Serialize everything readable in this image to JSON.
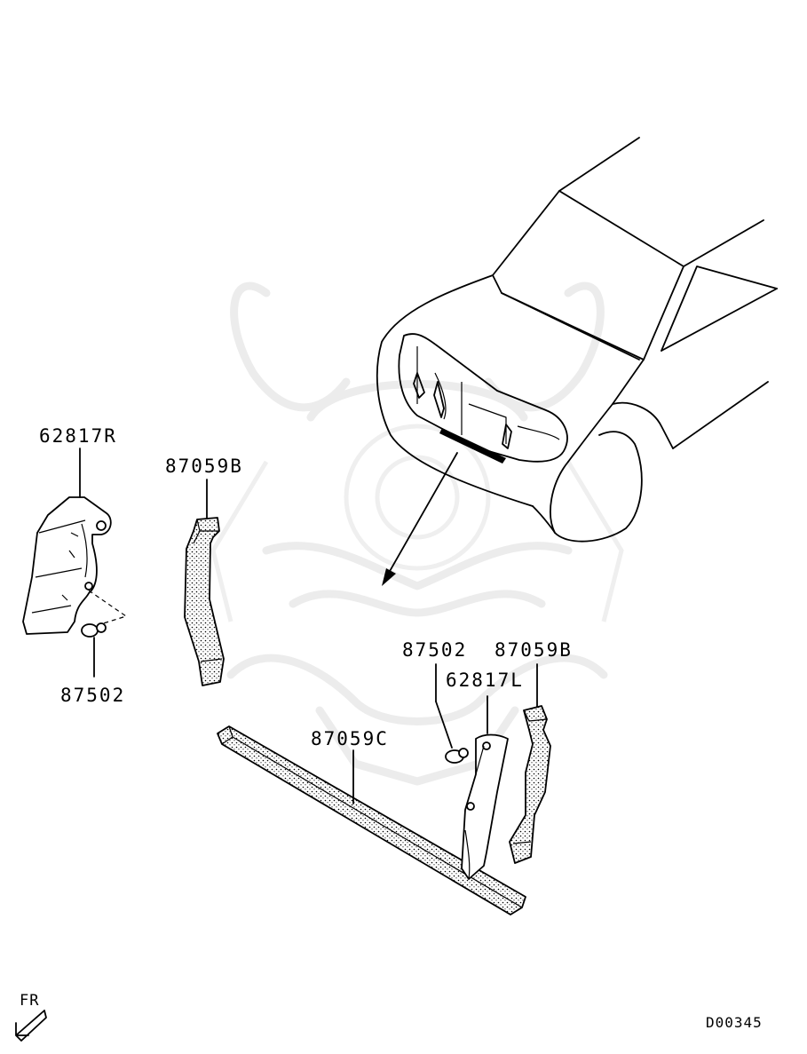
{
  "diagram_code": "D00345",
  "orientation": {
    "label": "FR"
  },
  "labels": {
    "clip_right": "87502",
    "shield_right": "62817R",
    "strut_right": "87059B",
    "clip_left": "87502",
    "strut_left": "87059B",
    "shield_left": "62817L",
    "front_crossmember": "87059C"
  },
  "colors": {
    "line": "#000000",
    "watermark": "#ececec",
    "background": "#ffffff"
  }
}
